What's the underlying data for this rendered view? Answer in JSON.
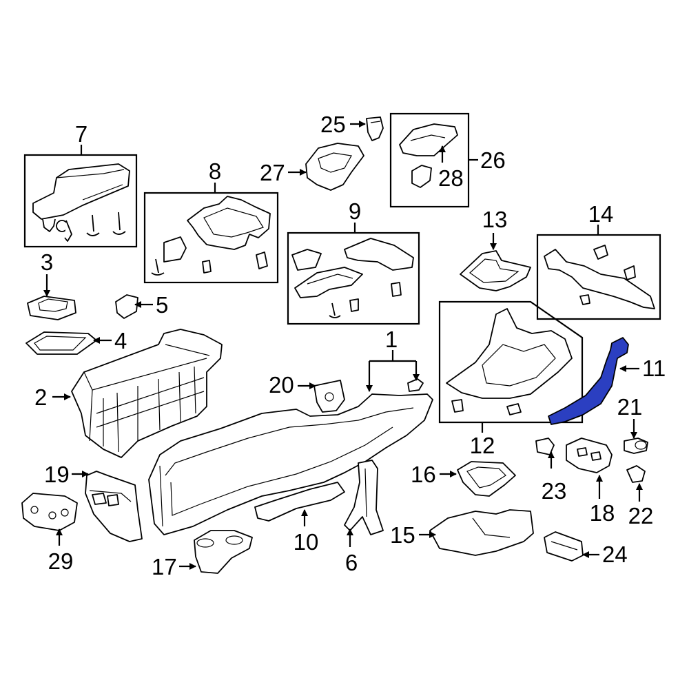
{
  "diagram": {
    "highlight_color": "#2b3fc1",
    "callouts": {
      "c1": "1",
      "c2": "2",
      "c3": "3",
      "c4": "4",
      "c5": "5",
      "c6": "6",
      "c7": "7",
      "c8": "8",
      "c9": "9",
      "c10": "10",
      "c11": "11",
      "c12": "12",
      "c13": "13",
      "c14": "14",
      "c15": "15",
      "c16": "16",
      "c17": "17",
      "c18": "18",
      "c19": "19",
      "c20": "20",
      "c21": "21",
      "c22": "22",
      "c23": "23",
      "c24": "24",
      "c25": "25",
      "c26": "26",
      "c27": "27",
      "c28": "28",
      "c29": "29"
    }
  }
}
